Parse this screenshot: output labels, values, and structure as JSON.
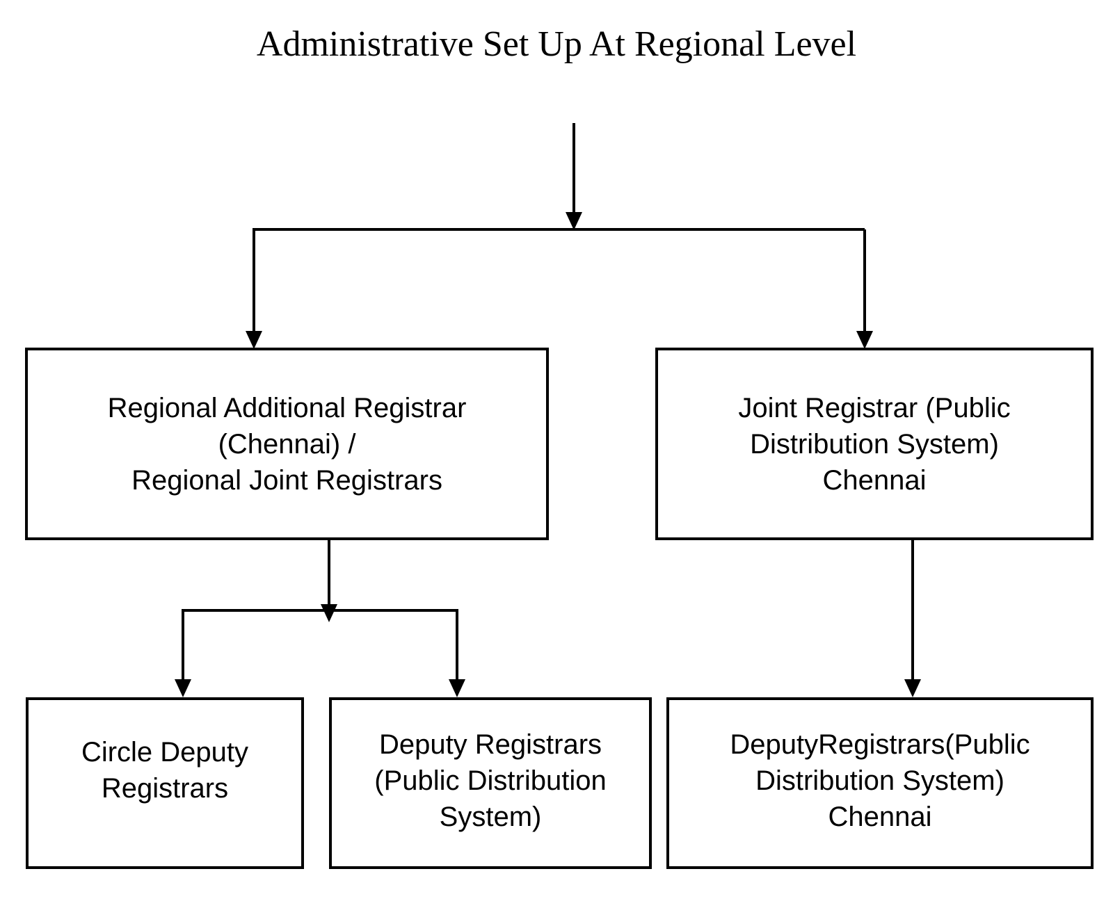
{
  "title": "Administrative Set Up At Regional Level",
  "colors": {
    "ink": "#000000",
    "background": "#ffffff",
    "box_fill": "#ffffff"
  },
  "nodes": {
    "top_left": {
      "lines": [
        "Regional Additional Registrar",
        "(Chennai) /",
        "Regional Joint Registrars"
      ]
    },
    "top_right": {
      "lines": [
        "Joint Registrar (Public",
        "Distribution System)",
        "Chennai"
      ]
    },
    "bottom_left": {
      "lines": [
        "Circle Deputy",
        "Registrars"
      ]
    },
    "bottom_middle": {
      "lines": [
        "Deputy Registrars",
        "(Public Distribution",
        "System)"
      ]
    },
    "bottom_right": {
      "lines": [
        "DeputyRegistrars(Public",
        "Distribution System)",
        "Chennai"
      ]
    }
  }
}
